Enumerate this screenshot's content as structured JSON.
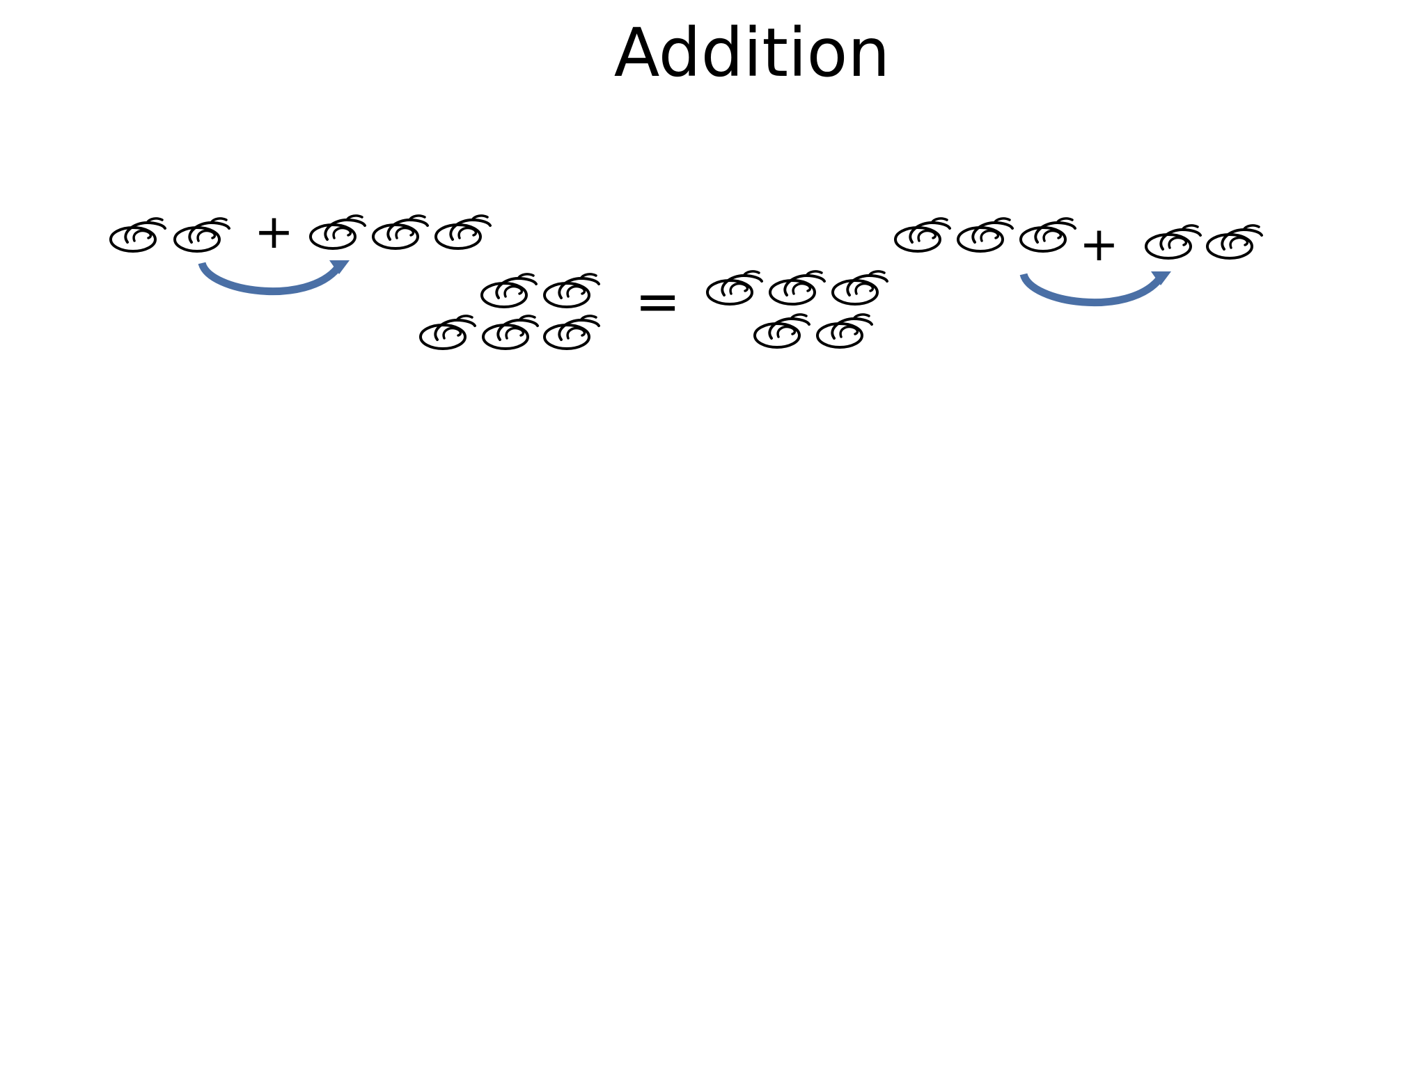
{
  "slide": {
    "title": "Addition"
  },
  "equation": {
    "plus_1": "+",
    "plus_2": "+",
    "equals": "="
  },
  "groups": {
    "left_first_addend": 2,
    "left_second_addend": 3,
    "left_sum": 5,
    "right_first_addend": 3,
    "right_second_addend": 2,
    "right_sum": 5
  },
  "icons": {
    "bean": "bean-icon",
    "arrow": "curved-arrow-icon"
  },
  "colors": {
    "arrow": "#4a6fa5",
    "bean_stroke": "#000000"
  }
}
